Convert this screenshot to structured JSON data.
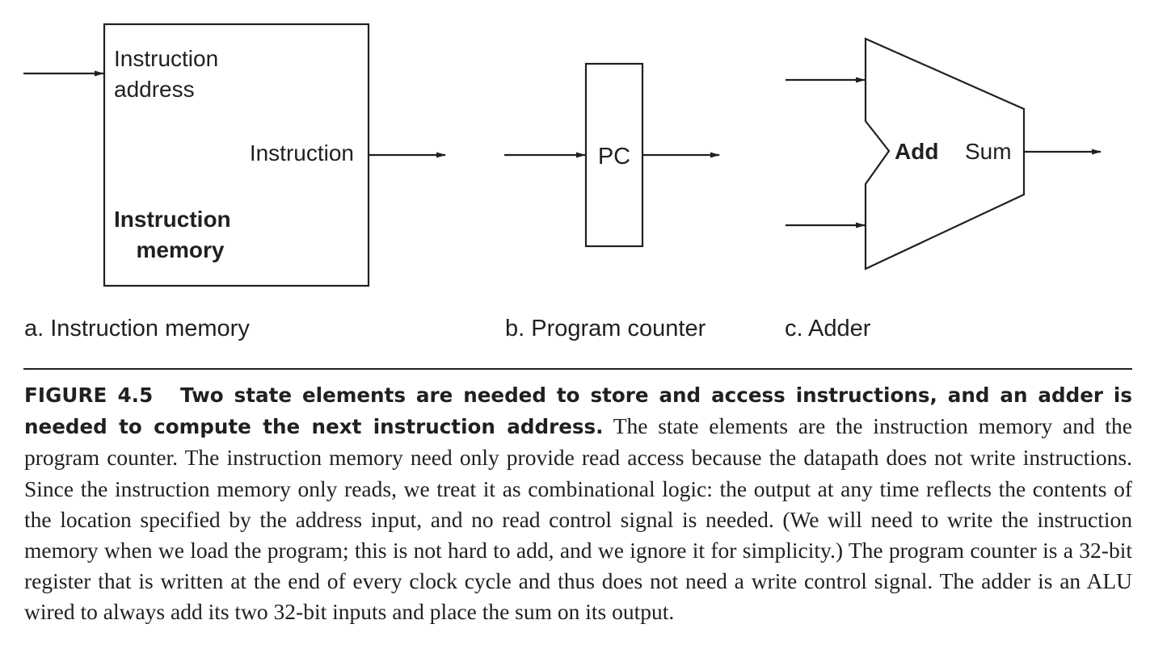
{
  "diagram": {
    "instruction_memory": {
      "input_label_line1": "Instruction",
      "input_label_line2": "address",
      "output_label": "Instruction",
      "name_line1": "Instruction",
      "name_line2": "memory",
      "sub_caption": "a. Instruction memory"
    },
    "program_counter": {
      "label": "PC",
      "sub_caption": "b. Program counter"
    },
    "adder": {
      "label": "Add",
      "output_label": "Sum",
      "sub_caption": "c. Adder"
    }
  },
  "caption": {
    "figure_label": "FIGURE 4.5",
    "headline": "Two state elements are needed to store and access instructions, and an adder is needed to compute the next instruction address.",
    "body": "The state elements are the instruction memory and the program counter. The instruction memory need only provide read access because the datapath does not write instructions. Since the instruction memory only reads, we treat it as combinational logic: the output at any time reflects the contents of the location specified by the address input, and no read control signal is needed. (We will need to write the instruction memory when we load the program; this is not hard to add, and we ignore it for simplicity.) The program counter is a 32-bit register that is written at the end of every clock cycle and thus does not need a write control signal. The adder is an ALU wired to always add its two 32-bit inputs and place the sum on its output."
  }
}
